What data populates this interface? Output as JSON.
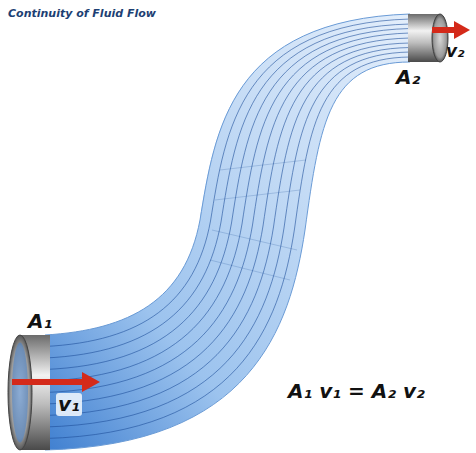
{
  "diagram": {
    "title": "Continuity of Fluid Flow",
    "labels": [
      "A₁",
      "v₁",
      "A₂",
      "v₂",
      "A₁ v₁ = A₂ v₂"
    ]
  }
}
